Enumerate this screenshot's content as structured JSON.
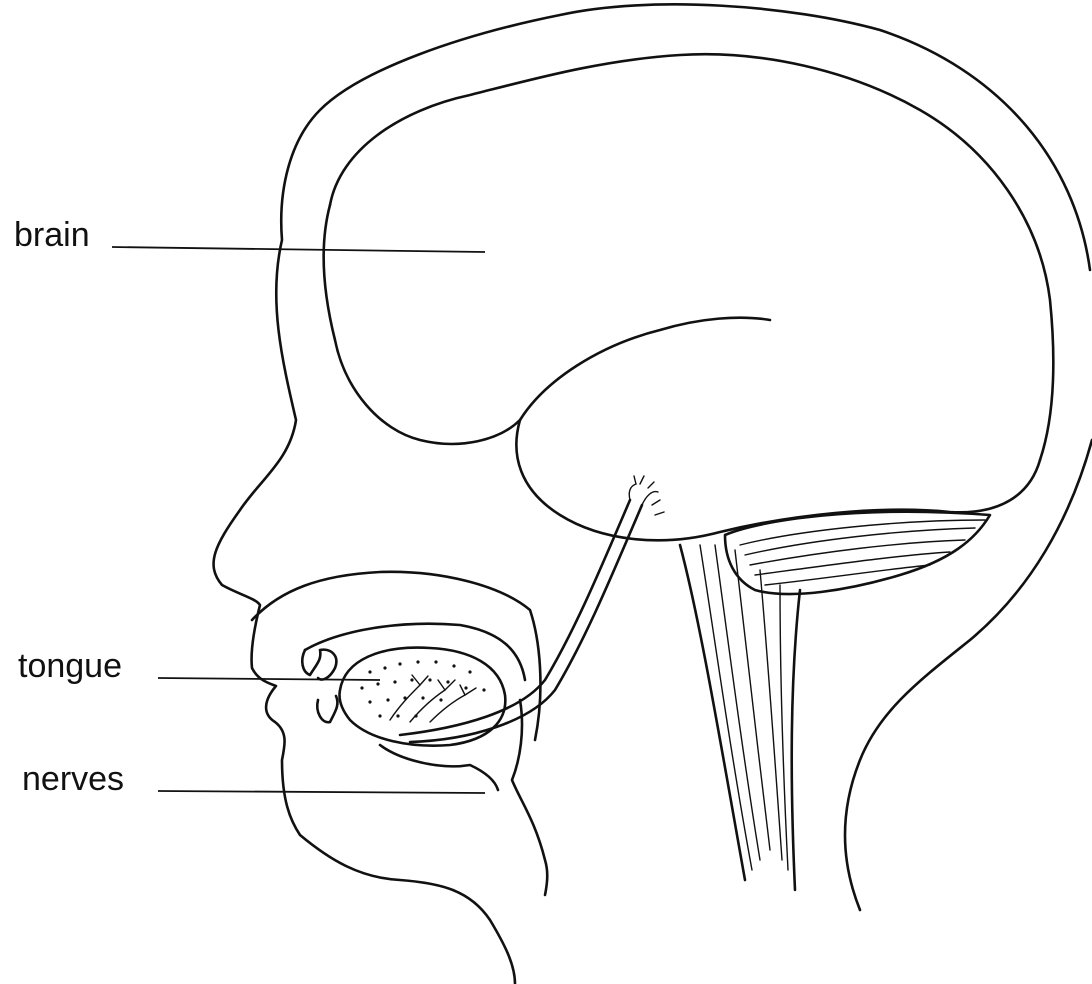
{
  "labels": {
    "brain": "brain",
    "tongue": "tongue",
    "nerves": "nerves"
  },
  "colors": {
    "line": "#111111",
    "background": "#ffffff"
  }
}
